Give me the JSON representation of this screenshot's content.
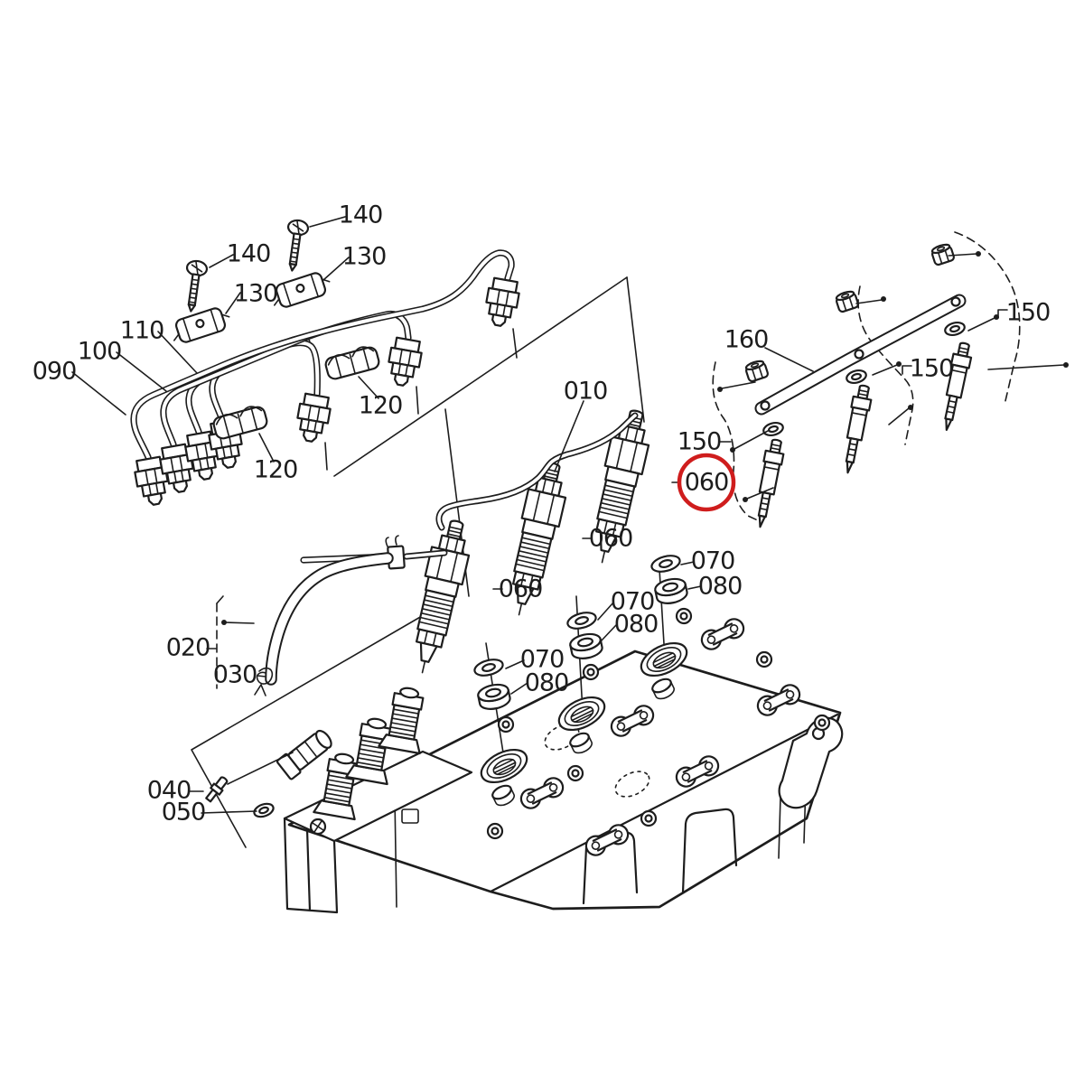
{
  "diagram": {
    "type": "exploded-parts-diagram",
    "subject": "engine fuel injection system and cylinder head",
    "background": "#ffffff",
    "line_color": "#1d1d1d",
    "highlight_color": "#cf1d1d",
    "highlighted_callout": "060",
    "callouts": {
      "c140_left": "140",
      "c130_left": "130",
      "c110": "110",
      "c100": "100",
      "c090": "090",
      "c140_right": "140",
      "c130_right": "130",
      "c120_mid": "120",
      "c120_left": "120",
      "c010": "010",
      "c150_left": "150",
      "c060_circled": "060",
      "c160": "160",
      "c150_mid": "150",
      "c150_right": "150",
      "c060_mid": "060",
      "c060_left": "060",
      "c070_right": "070",
      "c080_right": "080",
      "c070_mid": "070",
      "c080_mid": "080",
      "c070_left": "070",
      "c080_left": "080",
      "c020": "020",
      "c030": "030",
      "c040": "040",
      "c050": "050"
    }
  }
}
